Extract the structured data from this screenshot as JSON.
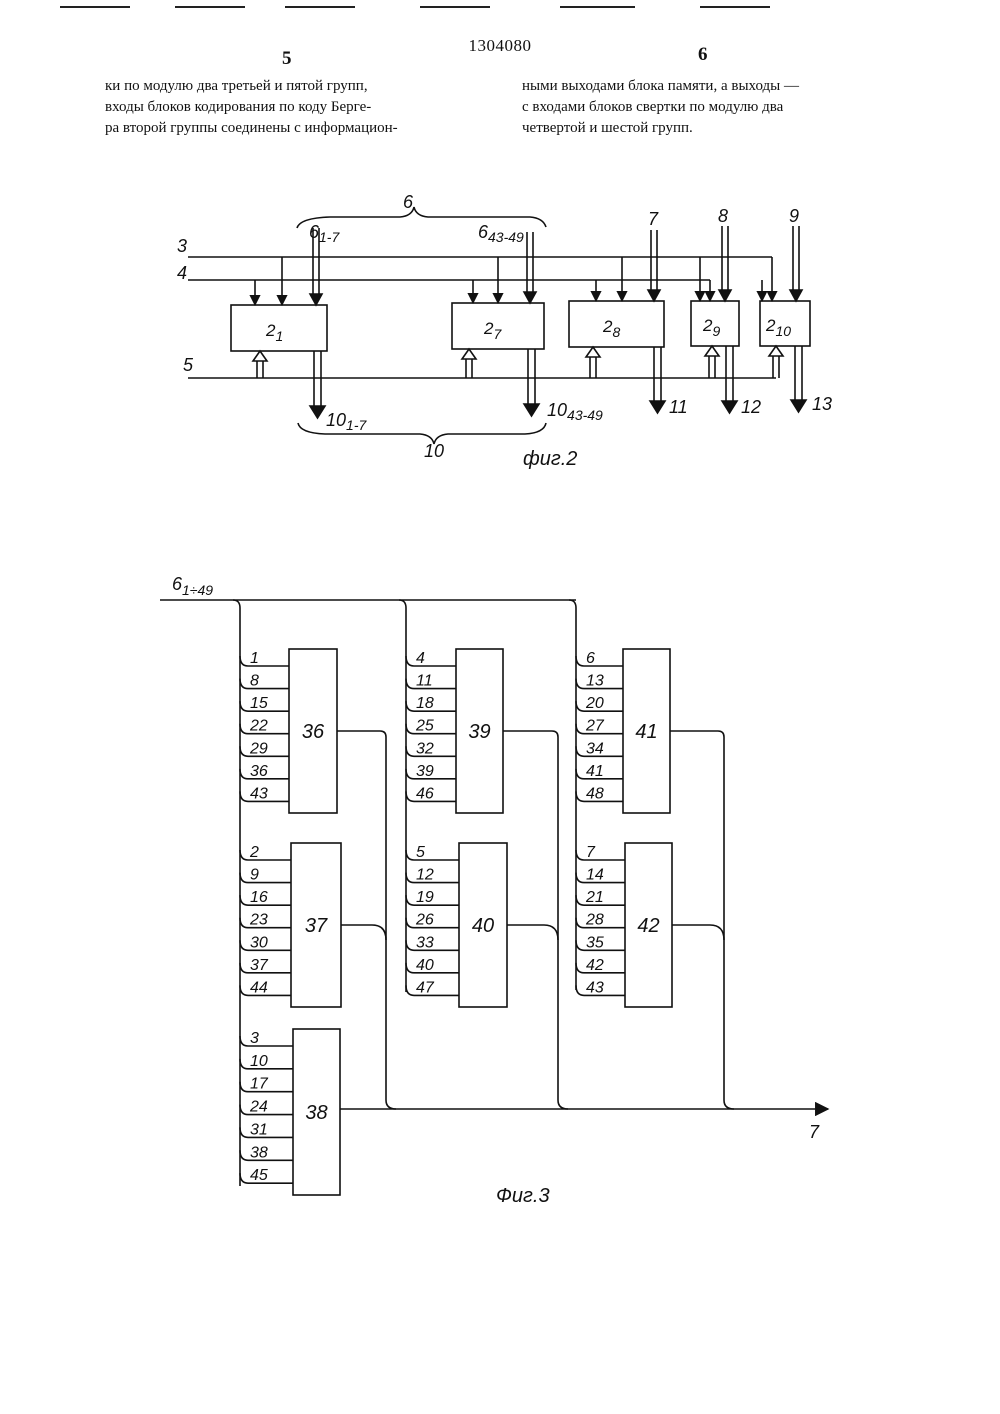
{
  "header": {
    "patent_number": "1304080",
    "left_page_number": "5",
    "right_page_number": "6"
  },
  "text": {
    "left_column": [
      "ки по модулю два третьей и пятой групп,",
      "входы блоков кодирования по коду Берге-",
      "ра второй группы соединены с информацион-"
    ],
    "right_column": [
      "ными выходами блока памяти, а выходы —",
      "с входами  блоков свертки по модулю два",
      "четвертой и шестой групп."
    ]
  },
  "fig2": {
    "caption": "фиг.2",
    "blocks": [
      {
        "main": "2",
        "sub": "1"
      },
      {
        "main": "2",
        "sub": "7"
      },
      {
        "main": "2",
        "sub": "8"
      },
      {
        "main": "2",
        "sub": "9"
      },
      {
        "main": "2",
        "sub": "10"
      }
    ],
    "bus_labels": {
      "in_group": "6",
      "in_first": "6",
      "in_first_sub": "1-7",
      "in_last": "6",
      "in_last_sub": "43-49",
      "out_group": "10",
      "out_first": "10",
      "out_first_sub": "1-7",
      "out_last": "10",
      "out_last_sub": "43-49"
    },
    "line_labels": [
      "3",
      "4",
      "5",
      "7",
      "8",
      "9"
    ],
    "output_labels": [
      "11",
      "12",
      "13"
    ]
  },
  "fig3": {
    "caption": "Фиг.3",
    "bus_label": "6",
    "bus_label_sub": "1÷49",
    "output_label": "7",
    "blocks": [
      {
        "label": "36",
        "inputs": [
          "1",
          "8",
          "15",
          "22",
          "29",
          "36",
          "43"
        ]
      },
      {
        "label": "37",
        "inputs": [
          "2",
          "9",
          "16",
          "23",
          "30",
          "37",
          "44"
        ]
      },
      {
        "label": "38",
        "inputs": [
          "3",
          "10",
          "17",
          "24",
          "31",
          "38",
          "45"
        ]
      },
      {
        "label": "39",
        "inputs": [
          "4",
          "11",
          "18",
          "25",
          "32",
          "39",
          "46"
        ]
      },
      {
        "label": "40",
        "inputs": [
          "5",
          "12",
          "19",
          "26",
          "33",
          "40",
          "47"
        ]
      },
      {
        "label": "41",
        "inputs": [
          "6",
          "13",
          "20",
          "27",
          "34",
          "41",
          "48"
        ]
      },
      {
        "label": "42",
        "inputs": [
          "7",
          "14",
          "21",
          "28",
          "35",
          "42",
          "43"
        ]
      }
    ]
  }
}
